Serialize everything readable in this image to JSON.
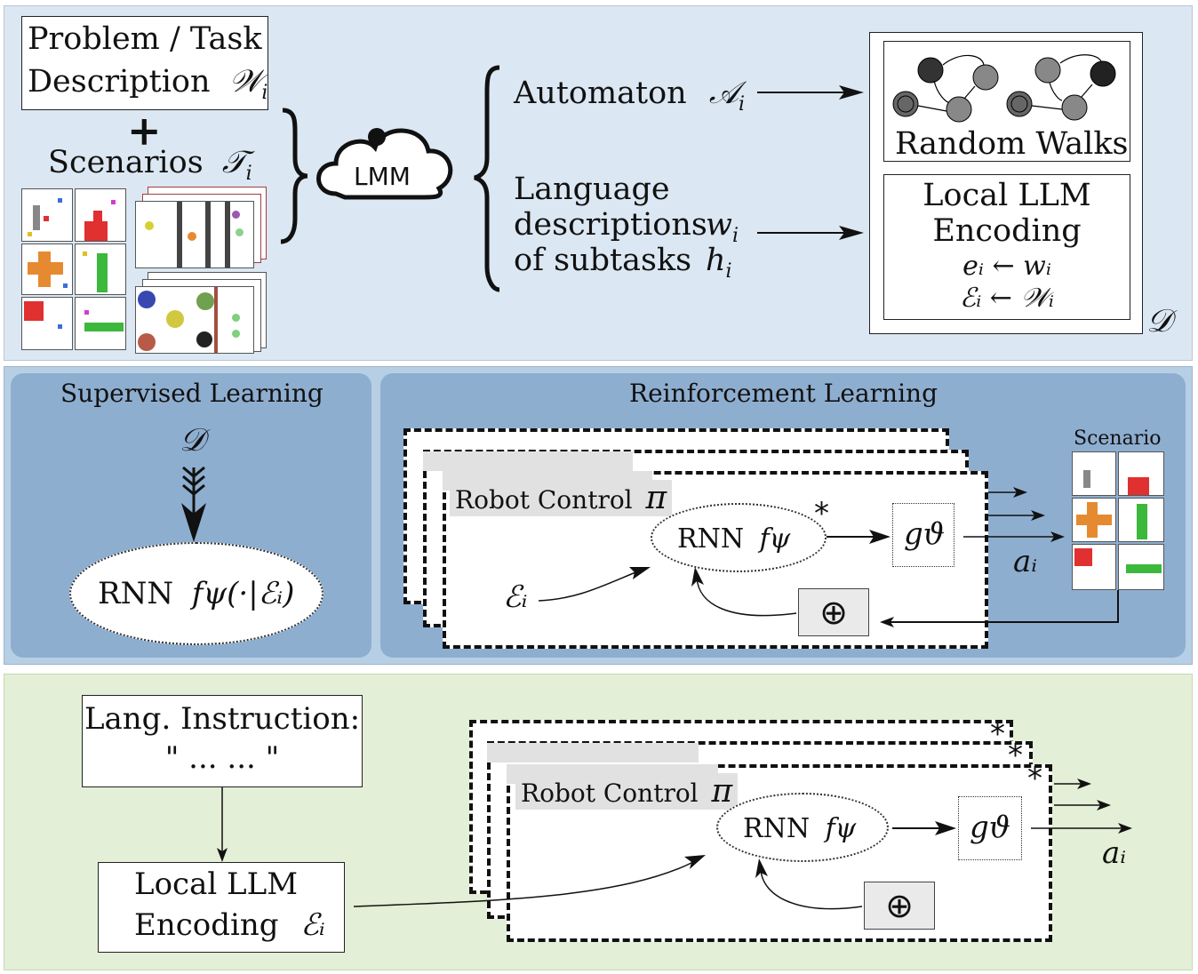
{
  "top": {
    "problem_line1": "Problem / Task",
    "problem_line2": "Description",
    "problem_symbol": "𝒲",
    "problem_sub": "i",
    "plus": "+",
    "scenarios_label": "Scenarios",
    "scenarios_symbol": "𝒯",
    "scenarios_sub": "i",
    "lmm_label": "LMM",
    "automaton_label": "Automaton",
    "automaton_symbol": "𝒜",
    "automaton_sub": "i",
    "lang_line1": "Language",
    "lang_line2": "descriptions",
    "lang_line3": "of subtasks",
    "lang_w": "w",
    "lang_w_sub": "i",
    "lang_h": "h",
    "lang_h_sub": "i",
    "random_walks": "Random Walks",
    "local_llm_line1": "Local LLM",
    "local_llm_line2": "Encoding",
    "enc_line1": "eᵢ ← wᵢ",
    "enc_line2": "ℰᵢ ← 𝒲ᵢ",
    "dataset_symbol": "𝒟"
  },
  "middle": {
    "supervised_title": "Supervised Learning",
    "dataset_symbol": "𝒟",
    "rnn_label": "RNN",
    "rnn_func": "fψ(·|ℰᵢ)",
    "rl_title": "Reinforcement Learning",
    "robot_control": "Robot Control",
    "pi": "π",
    "rnn_small": "RNN",
    "f_psi": "fψ",
    "star": "*",
    "g_theta": "gϑ",
    "e_i": "ℰᵢ",
    "a_i": "aᵢ",
    "scenario_label": "Scenario",
    "oplus": "⊕"
  },
  "bottom": {
    "lang_instr_line1": "Lang. Instruction:",
    "lang_instr_line2": "\" ... ... \"",
    "local_llm_line1": "Local LLM",
    "local_llm_line2": "Encoding",
    "e_i": "ℰᵢ",
    "robot_control": "Robot Control",
    "pi": "π",
    "rnn_label": "RNN",
    "f_psi": "fψ",
    "g_theta": "gϑ",
    "a_i": "aᵢ",
    "star": "*",
    "oplus": "⊕"
  },
  "colors": {
    "top_bg": "#dbe7f2",
    "mid_bg": "#b7cfe4",
    "sub_panel": "#8eaed0",
    "bot_bg": "#e3efd6",
    "grid_red": "#e03030",
    "grid_green": "#3cb83c",
    "grid_orange": "#e58a30"
  }
}
